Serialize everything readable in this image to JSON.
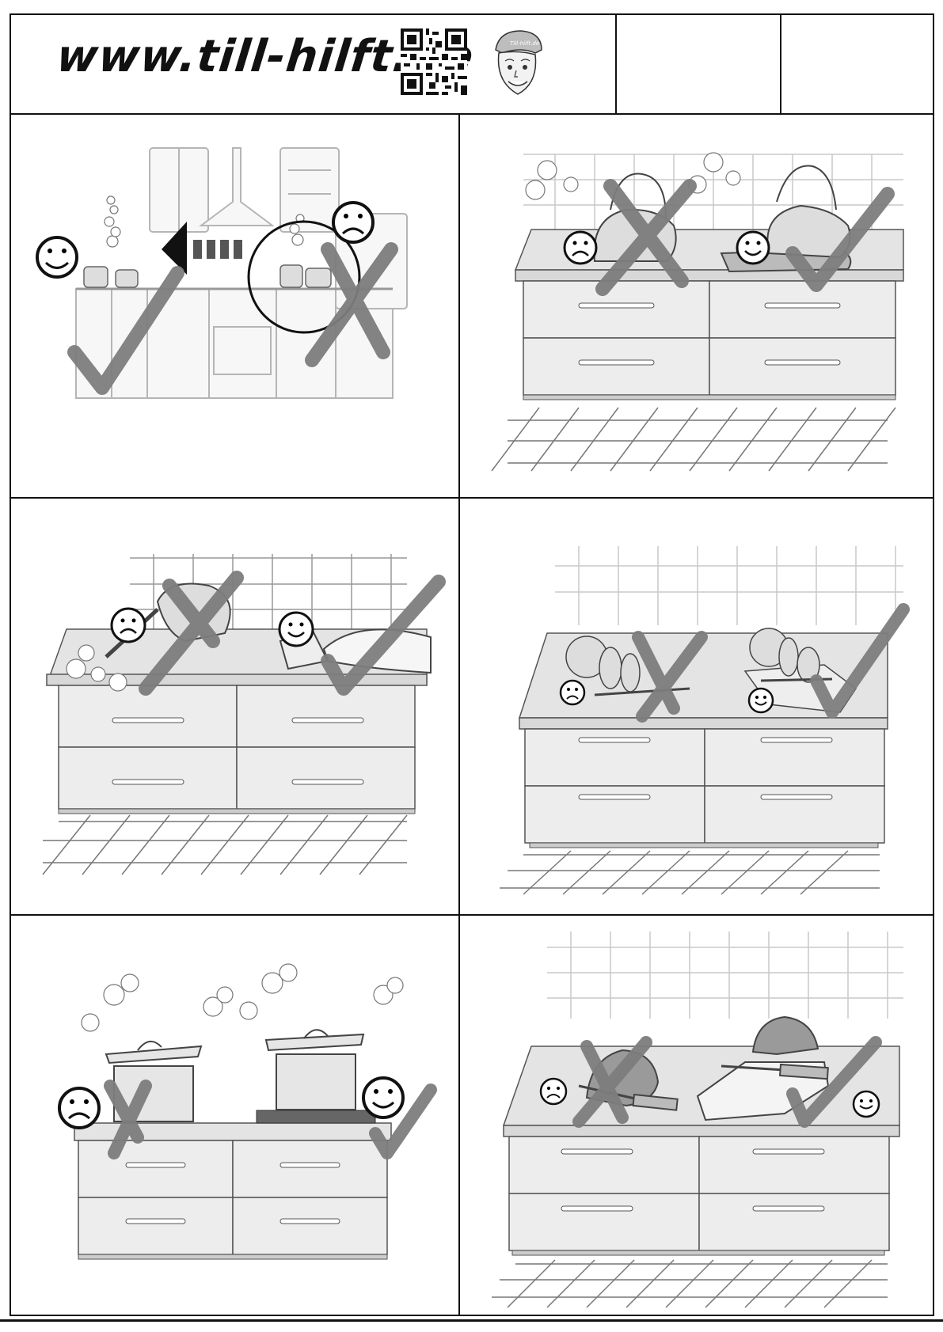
{
  "header": {
    "url_text": "www.till-hilft.de",
    "avatar_cap_text": "Till-hilft.de",
    "qr_code_icon": "qr-code-icon"
  },
  "panels": [
    {
      "id": "panel-1",
      "topic": "kitchen-overview",
      "left_verdict": "good",
      "right_verdict": "bad"
    },
    {
      "id": "panel-2",
      "topic": "kettle-on-board",
      "left_verdict": "bad",
      "right_verdict": "good"
    },
    {
      "id": "panel-3",
      "topic": "wiping-counter",
      "left_verdict": "bad",
      "right_verdict": "good"
    },
    {
      "id": "panel-4",
      "topic": "cutting-on-board",
      "left_verdict": "bad",
      "right_verdict": "good"
    },
    {
      "id": "panel-5",
      "topic": "pot-on-trivet",
      "left_verdict": "bad",
      "right_verdict": "good"
    },
    {
      "id": "panel-6",
      "topic": "knife-on-board",
      "left_verdict": "bad",
      "right_verdict": "good"
    }
  ],
  "colors": {
    "line": "#111111",
    "illustration_line": "#7a7a7a",
    "cabinet_fill": "#ededed",
    "counter_fill": "#e4e4e4",
    "mark_gray": "#7d7d7d"
  }
}
